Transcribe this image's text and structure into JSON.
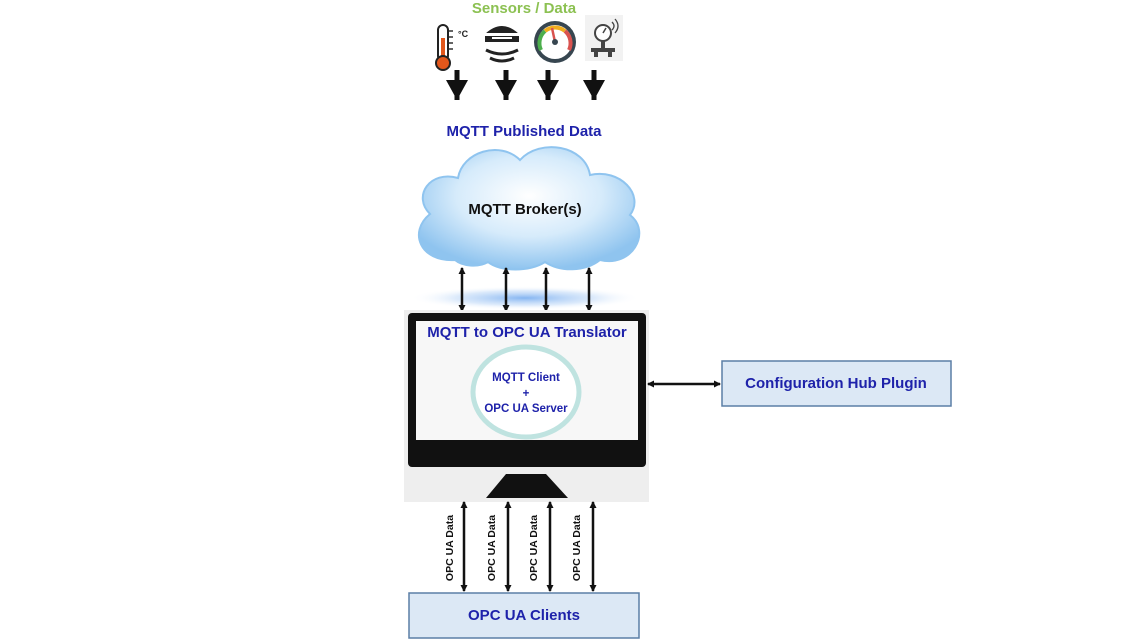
{
  "sensors": {
    "title": "Sensors / Data",
    "icons": [
      "thermometer-icon",
      "smoke-detector-icon",
      "gauge-icon",
      "pressure-sensor-icon"
    ],
    "thermo_unit": "°C"
  },
  "mqtt_published": {
    "label": "MQTT Published Data"
  },
  "broker": {
    "label": "MQTT Broker(s)"
  },
  "translator": {
    "title": "MQTT to OPC UA Translator",
    "core_line1": "MQTT Client",
    "core_line2": "+",
    "core_line3": "OPC UA Server"
  },
  "config_hub": {
    "label": "Configuration Hub Plugin"
  },
  "opc_data": {
    "labels": [
      "OPC UA Data",
      "OPC UA Data",
      "OPC UA Data",
      "OPC UA Data"
    ]
  },
  "clients": {
    "label": "OPC UA Clients"
  },
  "colors": {
    "sensor_title": "#8cc152",
    "blue_text": "#1e22aa",
    "box_fill": "#dce8f5",
    "box_border": "#5b7fa6",
    "monitor_frame": "#111111",
    "ring": "#bfe3e0"
  }
}
